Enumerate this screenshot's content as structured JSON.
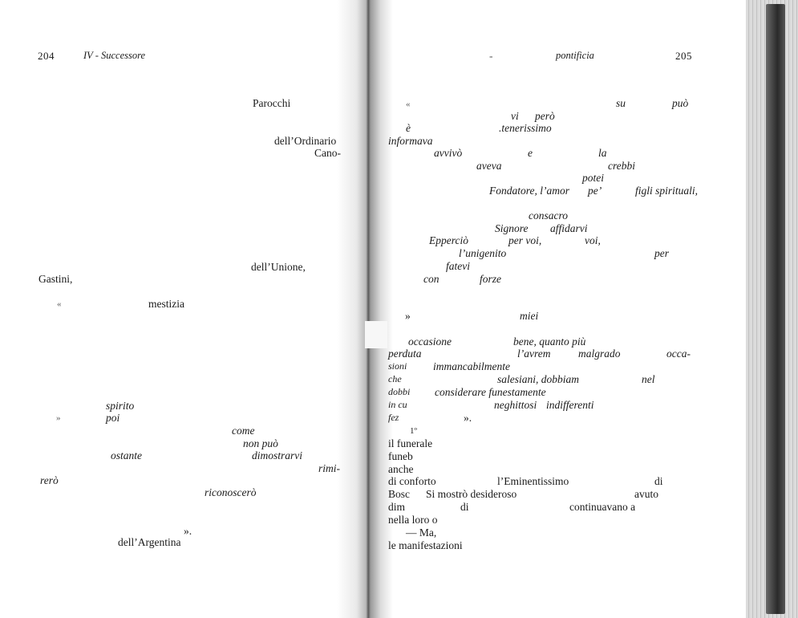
{
  "left_page": {
    "page_number": "204",
    "running_head": "IV - Successore",
    "fragments": {
      "parocchi": "Parocchi",
      "ordinario": "dell’Ordinario",
      "cano": "Cano-",
      "unione": "dell’Unione,",
      "gastini": "Gastini,",
      "quote_open": "«",
      "mestizia": "mestizia",
      "spirito": "spirito",
      "quote_close": "»",
      "poi": "poi",
      "come": "come",
      "non_puo": "non può",
      "ostante": "ostante",
      "dimostrarvi": "dimostrarvi",
      "rimi": "rimi-",
      "rero": "rerò",
      "riconoscero": "riconoscerò",
      "end_quote": "».",
      "argentina": "dell’Argentina"
    }
  },
  "right_page": {
    "page_number": "205",
    "running_head": "pontificia",
    "dash": "-",
    "fragments": {
      "quote_open": "«",
      "su": "su",
      "puo": "può",
      "vi": "vi",
      "pero": "però",
      "e_acc": "è",
      "tenerissimo": ".tenerissimo",
      "informava": "informava",
      "avvivo": "avvivò",
      "e": "e",
      "la": "la",
      "crebbi": "crebbi",
      "aveva": "aveva",
      "potei": "potei",
      "fondatore": "Fondatore, l’amor",
      "pe": "pe’",
      "figli": "figli spirituali,",
      "consacro": "consacro",
      "signore": "Signore",
      "affidarvi": "affidarvi",
      "eppercio": "Epperciò",
      "per_voi": "per voi,",
      "voi": "voi,",
      "unigenito": "l’unigenito",
      "per": "per",
      "fatevi": "fatevi",
      "con": "con",
      "forze": "forze",
      "close_quote": "»",
      "miei": "miei",
      "occasione": "occasione",
      "bene": "bene, quanto più",
      "perduta": "perduta",
      "avrem": "l’avrem",
      "malgrado": "malgrado",
      "occa": "occa-",
      "sioni": "sioni",
      "immancabilmente": "immancabilmente",
      "che": "che",
      "salesiani": "salesiani, dobbiam",
      "nel": "nel",
      "dobbi": "dobbi",
      "considerare": "considerare funestamente",
      "in_cu": "in cu",
      "neghittosi": "neghittosi",
      "indifferenti": "indifferenti",
      "fez": "fez",
      "end_quote": "».",
      "ordinal": "1º",
      "funerale": "il funerale",
      "funeb": "funeb",
      "anche": "anche",
      "conforto": "di conforto",
      "eminentissimo": "l’Eminentissimo",
      "di1": "di",
      "bosc": "Bosc",
      "mostro": "Si mostrò desideroso",
      "avuto": "avuto",
      "dim": "dim",
      "di2": "di",
      "continuavano": "continuavano a",
      "loro": "nella loro o",
      "ma": "— Ma,",
      "manifestazioni": "le manifestazioni"
    }
  }
}
